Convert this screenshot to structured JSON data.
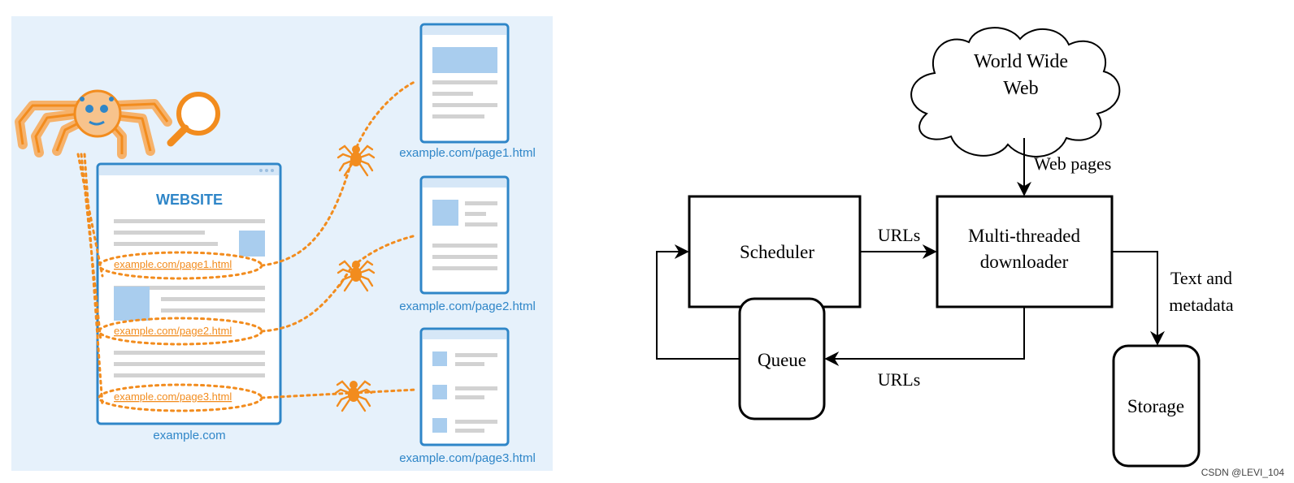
{
  "crawler_illustration": {
    "website_title": "WEBSITE",
    "website_caption": "example.com",
    "links": [
      "example.com/page1.html",
      "example.com/page2.html",
      "example.com/page3.html"
    ],
    "page_captions": [
      "example.com/page1.html",
      "example.com/page2.html",
      "example.com/page3.html"
    ]
  },
  "architecture": {
    "cloud_line1": "World Wide",
    "cloud_line2": "Web",
    "web_pages_label": "Web pages",
    "scheduler": "Scheduler",
    "downloader_line1": "Multi-threaded",
    "downloader_line2": "downloader",
    "urls_top": "URLs",
    "urls_bottom": "URLs",
    "queue": "Queue",
    "text_meta_line1": "Text and",
    "text_meta_line2": "metadata",
    "storage": "Storage"
  },
  "watermark": "CSDN @LEVI_104",
  "colors": {
    "orange": "#f28c1e",
    "blue": "#2f86c8",
    "panel_bg": "#e6f1fb"
  }
}
